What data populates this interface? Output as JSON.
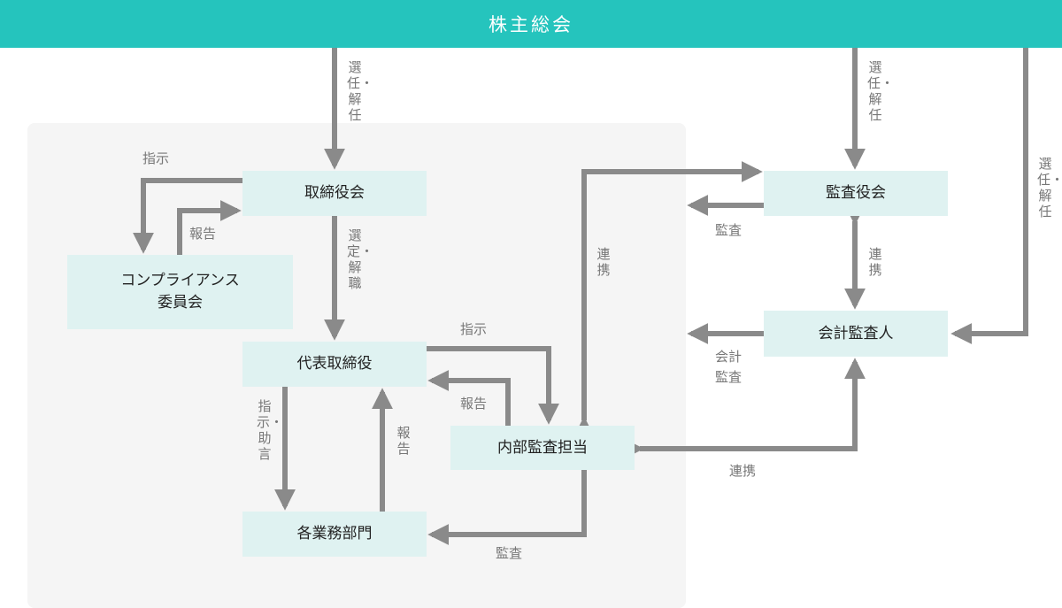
{
  "header": {
    "title": "株主総会"
  },
  "colors": {
    "header": "#25c4bd",
    "box": "#dff2f1",
    "arrow": "#8a8a8a",
    "panel": "#f5f5f5"
  },
  "nodes": {
    "board": "取締役会",
    "compliance_line1": "コンプライアンス",
    "compliance_line2": "委員会",
    "representative": "代表取締役",
    "departments": "各業務部門",
    "internal_audit": "内部監査担当",
    "auditors": "監査役会",
    "accounting_auditor": "会計監査人"
  },
  "edge_labels": {
    "gm_board": "選任・解任",
    "gm_auditors": "選任・解任",
    "gm_accounting": "選任・解任",
    "board_rep": "選定・解職",
    "board_compliance_instruct": "指示",
    "compliance_board_report": "報告",
    "rep_internal_instruct": "指示",
    "internal_rep_report": "報告",
    "rep_dept_instruct": "指示・助言",
    "dept_rep_report": "報告",
    "internal_dept_audit": "監査",
    "auditors_audit": "監査",
    "accounting_audit_1": "会計",
    "accounting_audit_2": "監査",
    "auditors_internal_coop": "連携",
    "auditors_accounting_coop": "連携",
    "internal_accounting_coop": "連携"
  }
}
